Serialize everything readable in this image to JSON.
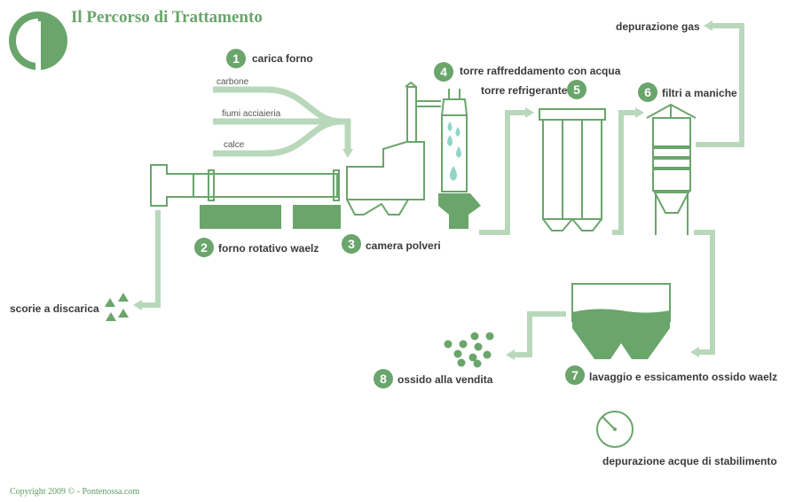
{
  "title": "Il Percorso di Trattamento",
  "copyright": "Copyright 2009 © - Pontenossa.com",
  "colors": {
    "light": "#b9d8bb",
    "mid": "#7eb67f",
    "dark": "#6aa56b",
    "water": "#8fd6c8"
  },
  "inputs": {
    "carbone": "carbone",
    "fiumi": "fiumi acciaieria",
    "calce": "calce"
  },
  "steps": [
    {
      "num": "1",
      "label": "carica forno"
    },
    {
      "num": "2",
      "label": "forno rotativo waelz"
    },
    {
      "num": "3",
      "label": "camera polveri"
    },
    {
      "num": "4",
      "label": "torre raffreddamento con acqua"
    },
    {
      "num": "5",
      "label": "torre refrigerante"
    },
    {
      "num": "6",
      "label": "filtri a maniche"
    },
    {
      "num": "7",
      "label": "lavaggio e essicamento ossido waelz"
    },
    {
      "num": "8",
      "label": "ossido alla vendita"
    }
  ],
  "outputs": {
    "scorie": "scorie a discarica",
    "gas": "depurazione gas",
    "acque": "depurazione acque di stabilimento"
  }
}
